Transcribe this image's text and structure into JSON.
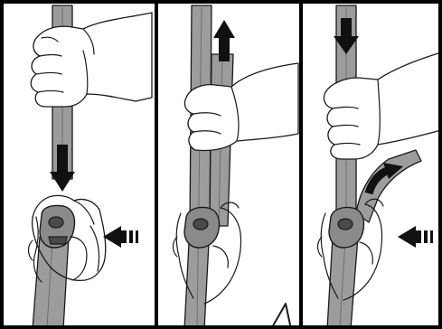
{
  "figure": {
    "panels": [
      {
        "step": 1,
        "long_arrow": "down",
        "press_arrow": "left"
      },
      {
        "step": 2,
        "long_arrow": "up"
      },
      {
        "step": 3,
        "long_arrow": "down",
        "curved_arrow": "up-right",
        "press_arrow": "left"
      }
    ],
    "colors": {
      "strap": "#9c9c9c",
      "buckle": "#8a8a8a",
      "outline": "#1a1a1a",
      "arrow": "#111111"
    },
    "icons": [
      "hand-icon",
      "strap-icon",
      "buckle-icon",
      "arrow-down-icon",
      "arrow-up-icon",
      "curved-arrow-icon",
      "press-arrow-icon"
    ]
  }
}
